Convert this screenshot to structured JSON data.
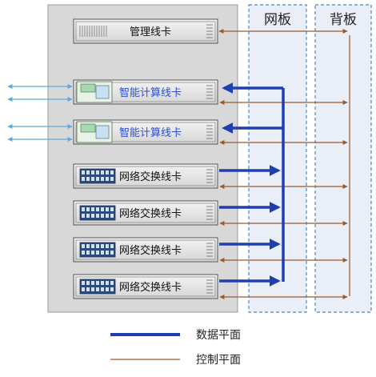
{
  "panels": {
    "mesh_board": "网板",
    "backplane": "背板"
  },
  "cards": [
    {
      "label": "管理线卡",
      "kind": "management"
    },
    {
      "label": "智能计算线卡",
      "kind": "compute"
    },
    {
      "label": "智能计算线卡",
      "kind": "compute"
    },
    {
      "label": "网络交换线卡",
      "kind": "switch"
    },
    {
      "label": "网络交换线卡",
      "kind": "switch"
    },
    {
      "label": "网络交换线卡",
      "kind": "switch"
    },
    {
      "label": "网络交换线卡",
      "kind": "switch"
    }
  ],
  "legend": {
    "data_plane": "数据平面",
    "control_plane": "控制平面"
  },
  "colors": {
    "data_plane": "#1f3fb0",
    "control_plane": "#9a5a2c",
    "compute_text": "#2b4fd0",
    "external_link": "#5fa8d8",
    "chassis_bg": "#d8d8d8",
    "panel_border": "#4a86c8"
  }
}
